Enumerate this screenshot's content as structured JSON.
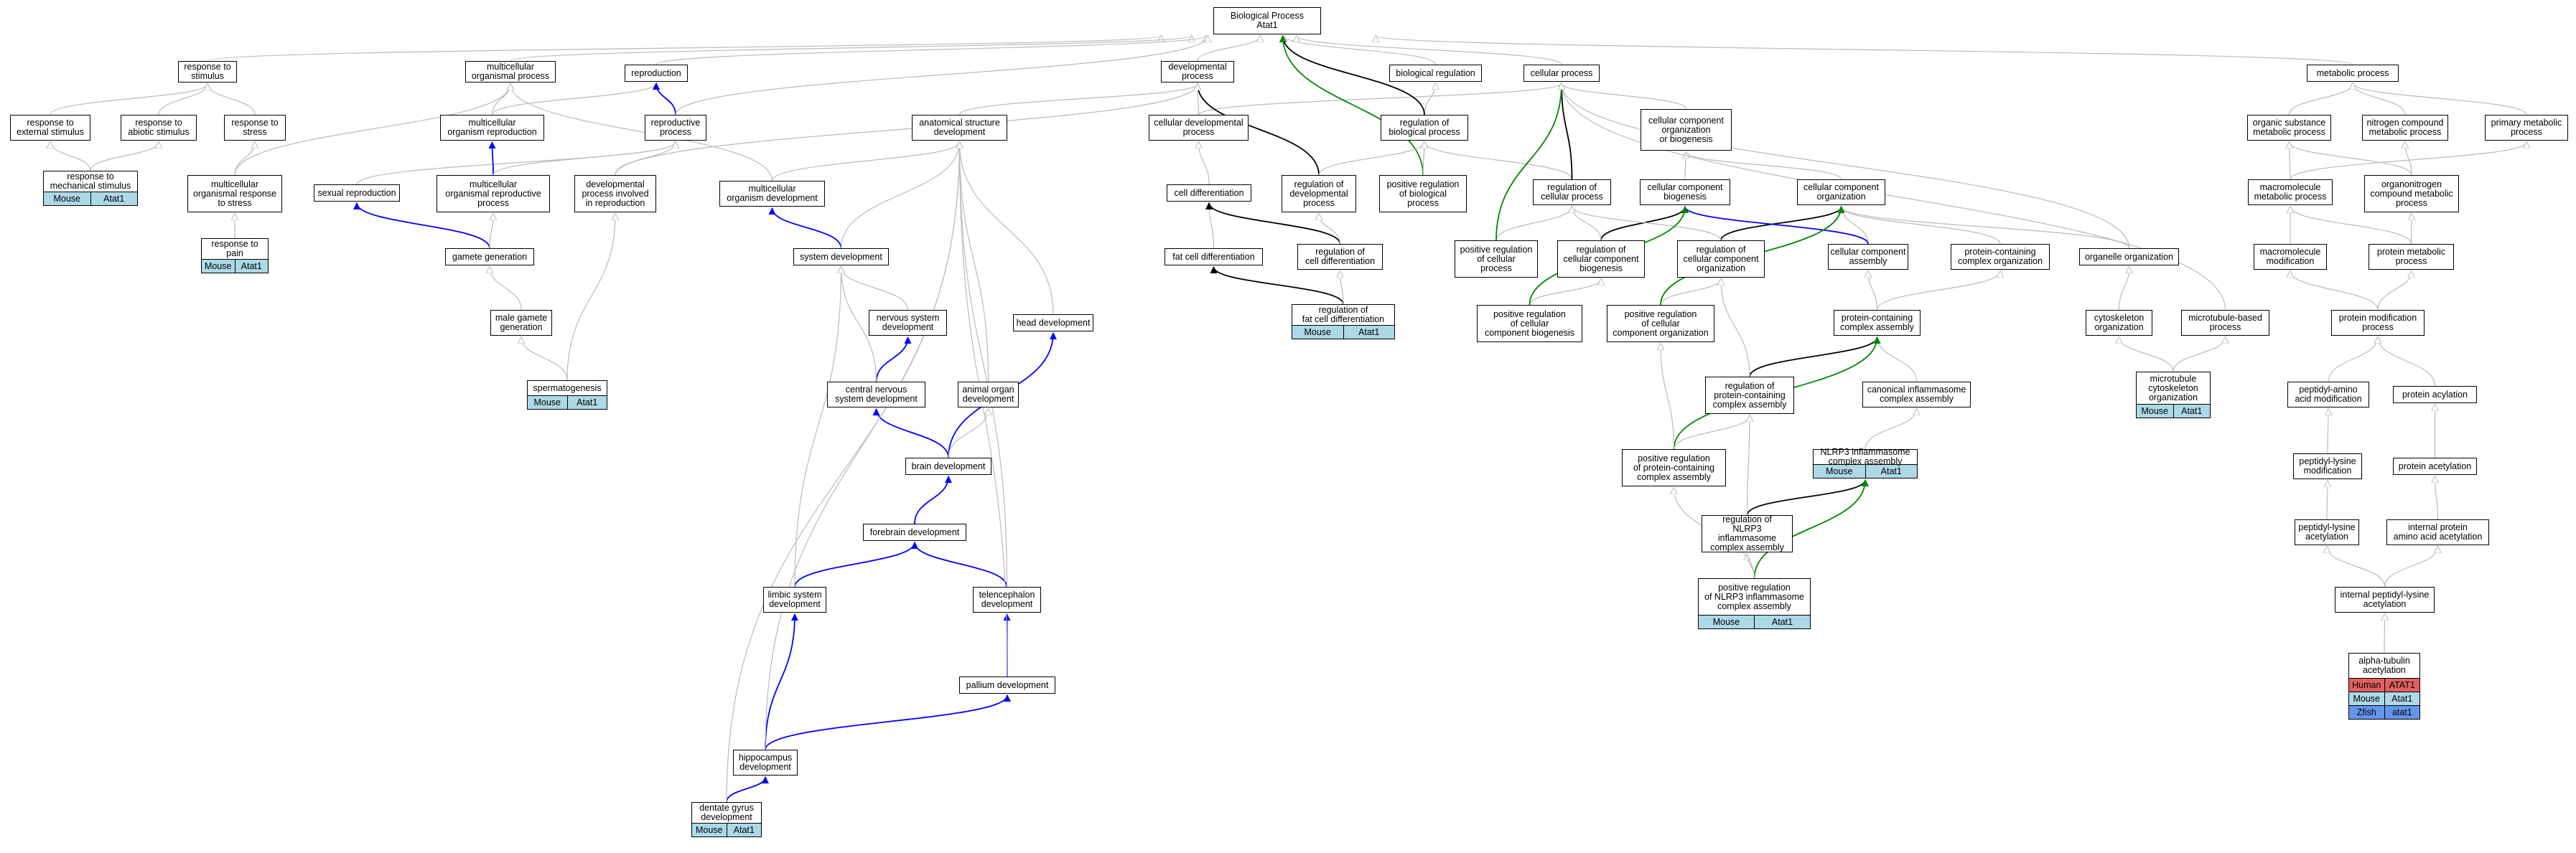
{
  "title": "Biological Process\nAtat1",
  "colors": {
    "is_a": "#bbbbbb",
    "part_of": "#000000",
    "regulates": "#0000ff",
    "positively_regulates": "#008800",
    "mouse": "#add8e6",
    "human": "#e06060",
    "zfish": "#6495ed"
  },
  "nodes": [
    {
      "id": "bp",
      "label": "Biological Process\nAtat1"
    },
    {
      "id": "rts",
      "label": "response to\nstimulus"
    },
    {
      "id": "mop",
      "label": "multicellular\norganismal process"
    },
    {
      "id": "rep",
      "label": "reproduction"
    },
    {
      "id": "devp",
      "label": "developmental\nprocess"
    },
    {
      "id": "breg",
      "label": "biological regulation"
    },
    {
      "id": "cp",
      "label": "cellular process"
    },
    {
      "id": "metp",
      "label": "metabolic process"
    },
    {
      "id": "res",
      "label": "response to\nexternal stimulus"
    },
    {
      "id": "ras",
      "label": "response to\nabiotic stimulus"
    },
    {
      "id": "rst",
      "label": "response to\nstress"
    },
    {
      "id": "mor",
      "label": "multicellular\norganism reproduction"
    },
    {
      "id": "rpp",
      "label": "reproductive\nprocess"
    },
    {
      "id": "asd",
      "label": "anatomical structure\ndevelopment"
    },
    {
      "id": "cdp",
      "label": "cellular developmental\nprocess"
    },
    {
      "id": "rbp",
      "label": "regulation of\nbiological process"
    },
    {
      "id": "ccob",
      "label": "cellular component\norganization\nor biogenesis"
    },
    {
      "id": "osmp",
      "label": "organic substance\nmetabolic process"
    },
    {
      "id": "ncmp",
      "label": "nitrogen compound\nmetabolic process"
    },
    {
      "id": "pmp",
      "label": "primary metabolic\nprocess"
    },
    {
      "id": "rtms",
      "label": "response to\nmechanical stimulus",
      "species": [
        [
          "Mouse",
          "Atat1"
        ]
      ]
    },
    {
      "id": "mors",
      "label": "multicellular\norganismal response\nto stress"
    },
    {
      "id": "sr",
      "label": "sexual reproduction"
    },
    {
      "id": "mrp",
      "label": "multicellular\norganismal reproductive\nprocess"
    },
    {
      "id": "dpir",
      "label": "developmental\nprocess involved\nin reproduction"
    },
    {
      "id": "mod",
      "label": "multicellular\norganism development"
    },
    {
      "id": "cdiff",
      "label": "cell differentiation"
    },
    {
      "id": "rdp",
      "label": "regulation of\ndevelopmental\nprocess"
    },
    {
      "id": "prbp",
      "label": "positive regulation\nof biological\nprocess"
    },
    {
      "id": "rcp",
      "label": "regulation of\ncellular process"
    },
    {
      "id": "ccb",
      "label": "cellular component\nbiogenesis"
    },
    {
      "id": "cco",
      "label": "cellular component\norganization"
    },
    {
      "id": "mmp",
      "label": "macromolecule\nmetabolic process"
    },
    {
      "id": "ocmp",
      "label": "organonitrogen\ncompound metabolic\nprocess"
    },
    {
      "id": "rtp",
      "label": "response to\npain",
      "species": [
        [
          "Mouse",
          "Atat1"
        ]
      ]
    },
    {
      "id": "gg",
      "label": "gamete generation"
    },
    {
      "id": "sd",
      "label": "system development"
    },
    {
      "id": "fcd",
      "label": "fat cell differentiation"
    },
    {
      "id": "rcd",
      "label": "regulation of\ncell differentiation"
    },
    {
      "id": "prcp",
      "label": "positive regulation\nof cellular\nprocess"
    },
    {
      "id": "rccb",
      "label": "regulation of\ncellular component\nbiogenesis"
    },
    {
      "id": "rcco",
      "label": "regulation of\ncellular component\norganization"
    },
    {
      "id": "cca",
      "label": "cellular component\nassembly"
    },
    {
      "id": "pcco",
      "label": "protein-containing\ncomplex organization"
    },
    {
      "id": "oo",
      "label": "organelle organization"
    },
    {
      "id": "mm",
      "label": "macromolecule\nmodification"
    },
    {
      "id": "prmp",
      "label": "protein metabolic\nprocess"
    },
    {
      "id": "mgg",
      "label": "male gamete\ngeneration"
    },
    {
      "id": "nsd",
      "label": "nervous system\ndevelopment"
    },
    {
      "id": "hd",
      "label": "head development"
    },
    {
      "id": "rfcd",
      "label": "regulation of\nfat cell differentiation",
      "species": [
        [
          "Mouse",
          "Atat1"
        ]
      ]
    },
    {
      "id": "prccb",
      "label": "positive regulation\nof cellular\ncomponent biogenesis"
    },
    {
      "id": "prcco",
      "label": "positive regulation\nof cellular\ncomponent organization"
    },
    {
      "id": "pcca",
      "label": "protein-containing\ncomplex assembly"
    },
    {
      "id": "co",
      "label": "cytoskeleton\norganization"
    },
    {
      "id": "mbp",
      "label": "microtubule-based\nprocess"
    },
    {
      "id": "pmodp",
      "label": "protein modification\nprocess"
    },
    {
      "id": "sg",
      "label": "spermatogenesis",
      "species": [
        [
          "Mouse",
          "Atat1"
        ]
      ]
    },
    {
      "id": "cnsd",
      "label": "central nervous\nsystem development"
    },
    {
      "id": "aod",
      "label": "animal organ\ndevelopment"
    },
    {
      "id": "rpcca",
      "label": "regulation of\nprotein-containing\ncomplex assembly"
    },
    {
      "id": "cica",
      "label": "canonical inflammasome\ncomplex assembly"
    },
    {
      "id": "mco",
      "label": "microtubule\ncytoskeleton\norganization",
      "species": [
        [
          "Mouse",
          "Atat1"
        ]
      ]
    },
    {
      "id": "paam",
      "label": "peptidyl-amino\nacid modification"
    },
    {
      "id": "pa",
      "label": "protein acylation"
    },
    {
      "id": "bd",
      "label": "brain development"
    },
    {
      "id": "prpcca",
      "label": "positive regulation\nof protein-containing\ncomplex assembly"
    },
    {
      "id": "nica",
      "label": "NLRP3 inflammasome\ncomplex assembly",
      "species": [
        [
          "Mouse",
          "Atat1"
        ]
      ]
    },
    {
      "id": "plm",
      "label": "peptidyl-lysine\nmodification"
    },
    {
      "id": "pac",
      "label": "protein acetylation"
    },
    {
      "id": "fd",
      "label": "forebrain development"
    },
    {
      "id": "rnica",
      "label": "regulation of\nNLRP3 inflammasome\ncomplex assembly"
    },
    {
      "id": "pla",
      "label": "peptidyl-lysine\nacetylation"
    },
    {
      "id": "ipaa",
      "label": "internal protein\namino acid acetylation"
    },
    {
      "id": "lsd",
      "label": "limbic system\ndevelopment"
    },
    {
      "id": "td",
      "label": "telencephalon\ndevelopment"
    },
    {
      "id": "prnica",
      "label": "positive regulation\nof NLRP3 inflammasome\ncomplex assembly",
      "species": [
        [
          "Mouse",
          "Atat1"
        ]
      ]
    },
    {
      "id": "ipla",
      "label": "internal peptidyl-lysine\nacetylation"
    },
    {
      "id": "ata",
      "label": "alpha-tubulin\nacetylation",
      "species": [
        [
          "Human",
          "ATAT1"
        ],
        [
          "Mouse",
          "Atat1"
        ],
        [
          "Zfish",
          "atat1"
        ]
      ]
    },
    {
      "id": "pd",
      "label": "pallium development"
    },
    {
      "id": "hpd",
      "label": "hippocampus\ndevelopment"
    },
    {
      "id": "dgd",
      "label": "dentate gyrus\ndevelopment",
      "species": [
        [
          "Mouse",
          "Atat1"
        ]
      ]
    }
  ],
  "edges": [
    [
      "rts",
      "bp",
      "is_a"
    ],
    [
      "mop",
      "bp",
      "is_a"
    ],
    [
      "rep",
      "bp",
      "is_a"
    ],
    [
      "devp",
      "bp",
      "is_a"
    ],
    [
      "breg",
      "bp",
      "is_a"
    ],
    [
      "cp",
      "bp",
      "is_a"
    ],
    [
      "metp",
      "bp",
      "is_a"
    ],
    [
      "res",
      "rts",
      "is_a"
    ],
    [
      "ras",
      "rts",
      "is_a"
    ],
    [
      "rst",
      "rts",
      "is_a"
    ],
    [
      "mor",
      "mop",
      "is_a"
    ],
    [
      "mor",
      "rep",
      "is_a"
    ],
    [
      "rpp",
      "rep",
      "regulates"
    ],
    [
      "rpp",
      "bp",
      "is_a"
    ],
    [
      "asd",
      "devp",
      "is_a"
    ],
    [
      "cdp",
      "devp",
      "is_a"
    ],
    [
      "cdp",
      "cp",
      "is_a"
    ],
    [
      "rdp",
      "devp",
      "part_of"
    ],
    [
      "rbp",
      "breg",
      "is_a"
    ],
    [
      "rbp",
      "bp",
      "part_of"
    ],
    [
      "prbp",
      "rbp",
      "is_a"
    ],
    [
      "prbp",
      "bp",
      "positively_regulates"
    ],
    [
      "ccob",
      "cp",
      "is_a"
    ],
    [
      "osmp",
      "metp",
      "is_a"
    ],
    [
      "ncmp",
      "metp",
      "is_a"
    ],
    [
      "pmp",
      "metp",
      "is_a"
    ],
    [
      "rtms",
      "res",
      "is_a"
    ],
    [
      "rtms",
      "ras",
      "is_a"
    ],
    [
      "mors",
      "rst",
      "is_a"
    ],
    [
      "mors",
      "mop",
      "is_a"
    ],
    [
      "sr",
      "rpp",
      "is_a"
    ],
    [
      "mrp",
      "mor",
      "regulates"
    ],
    [
      "mrp",
      "rpp",
      "is_a"
    ],
    [
      "dpir",
      "rpp",
      "is_a"
    ],
    [
      "dpir",
      "devp",
      "is_a"
    ],
    [
      "mod",
      "asd",
      "is_a"
    ],
    [
      "mod",
      "mop",
      "is_a"
    ],
    [
      "cdiff",
      "cdp",
      "is_a"
    ],
    [
      "rdp",
      "rbp",
      "is_a"
    ],
    [
      "prbp",
      "rbp",
      "is_a"
    ],
    [
      "rcp",
      "rbp",
      "is_a"
    ],
    [
      "rcp",
      "cp",
      "part_of"
    ],
    [
      "ccb",
      "ccob",
      "is_a"
    ],
    [
      "cco",
      "ccob",
      "is_a"
    ],
    [
      "mmp",
      "osmp",
      "is_a"
    ],
    [
      "mmp",
      "pmp",
      "is_a"
    ],
    [
      "ocmp",
      "ncmp",
      "is_a"
    ],
    [
      "ocmp",
      "osmp",
      "is_a"
    ],
    [
      "rtp",
      "mors",
      "is_a"
    ],
    [
      "gg",
      "sr",
      "regulates"
    ],
    [
      "gg",
      "mrp",
      "is_a"
    ],
    [
      "sd",
      "mod",
      "regulates"
    ],
    [
      "sd",
      "asd",
      "is_a"
    ],
    [
      "fcd",
      "cdiff",
      "is_a"
    ],
    [
      "rcd",
      "cdiff",
      "part_of"
    ],
    [
      "rcd",
      "rdp",
      "is_a"
    ],
    [
      "prcp",
      "rcp",
      "is_a"
    ],
    [
      "prcp",
      "cp",
      "positively_regulates"
    ],
    [
      "rccb",
      "ccb",
      "part_of"
    ],
    [
      "rccb",
      "rcp",
      "is_a"
    ],
    [
      "rcco",
      "cco",
      "part_of"
    ],
    [
      "rcco",
      "rcp",
      "is_a"
    ],
    [
      "cca",
      "cco",
      "is_a"
    ],
    [
      "cca",
      "ccb",
      "regulates"
    ],
    [
      "pcco",
      "cco",
      "is_a"
    ],
    [
      "oo",
      "cco",
      "is_a"
    ],
    [
      "oo",
      "cp",
      "is_a"
    ],
    [
      "mm",
      "mmp",
      "is_a"
    ],
    [
      "prmp",
      "mmp",
      "is_a"
    ],
    [
      "prmp",
      "ocmp",
      "is_a"
    ],
    [
      "mgg",
      "gg",
      "is_a"
    ],
    [
      "nsd",
      "sd",
      "is_a"
    ],
    [
      "hd",
      "asd",
      "is_a"
    ],
    [
      "rfcd",
      "fcd",
      "part_of"
    ],
    [
      "rfcd",
      "rcd",
      "is_a"
    ],
    [
      "prccb",
      "rccb",
      "is_a"
    ],
    [
      "prccb",
      "ccb",
      "positively_regulates"
    ],
    [
      "prcco",
      "rcco",
      "is_a"
    ],
    [
      "prcco",
      "cco",
      "positively_regulates"
    ],
    [
      "pcca",
      "cca",
      "is_a"
    ],
    [
      "pcca",
      "pcco",
      "is_a"
    ],
    [
      "co",
      "oo",
      "is_a"
    ],
    [
      "mbp",
      "cp",
      "is_a"
    ],
    [
      "pmodp",
      "mm",
      "is_a"
    ],
    [
      "pmodp",
      "prmp",
      "is_a"
    ],
    [
      "sg",
      "mgg",
      "is_a"
    ],
    [
      "sg",
      "dpir",
      "is_a"
    ],
    [
      "cnsd",
      "nsd",
      "regulates"
    ],
    [
      "cnsd",
      "sd",
      "is_a"
    ],
    [
      "aod",
      "asd",
      "is_a"
    ],
    [
      "rpcca",
      "pcca",
      "part_of"
    ],
    [
      "rpcca",
      "rcco",
      "is_a"
    ],
    [
      "cica",
      "pcca",
      "is_a"
    ],
    [
      "mco",
      "co",
      "is_a"
    ],
    [
      "mco",
      "mbp",
      "is_a"
    ],
    [
      "paam",
      "pmodp",
      "is_a"
    ],
    [
      "pa",
      "pmodp",
      "is_a"
    ],
    [
      "bd",
      "cnsd",
      "regulates"
    ],
    [
      "bd",
      "hd",
      "regulates"
    ],
    [
      "bd",
      "aod",
      "is_a"
    ],
    [
      "prpcca",
      "rpcca",
      "is_a"
    ],
    [
      "prpcca",
      "pcca",
      "positively_regulates"
    ],
    [
      "prpcca",
      "prcco",
      "is_a"
    ],
    [
      "nica",
      "cica",
      "is_a"
    ],
    [
      "plm",
      "paam",
      "is_a"
    ],
    [
      "pac",
      "pa",
      "is_a"
    ],
    [
      "fd",
      "bd",
      "regulates"
    ],
    [
      "rnica",
      "nica",
      "part_of"
    ],
    [
      "rnica",
      "rpcca",
      "is_a"
    ],
    [
      "pla",
      "plm",
      "is_a"
    ],
    [
      "ipaa",
      "pac",
      "is_a"
    ],
    [
      "lsd",
      "fd",
      "regulates"
    ],
    [
      "lsd",
      "sd",
      "is_a"
    ],
    [
      "td",
      "fd",
      "regulates"
    ],
    [
      "td",
      "asd",
      "is_a"
    ],
    [
      "prnica",
      "rnica",
      "is_a"
    ],
    [
      "prnica",
      "nica",
      "positively_regulates"
    ],
    [
      "prnica",
      "prpcca",
      "is_a"
    ],
    [
      "ipla",
      "pla",
      "is_a"
    ],
    [
      "ipla",
      "ipaa",
      "is_a"
    ],
    [
      "ata",
      "ipla",
      "is_a"
    ],
    [
      "pd",
      "td",
      "regulates"
    ],
    [
      "pd",
      "asd",
      "is_a"
    ],
    [
      "hpd",
      "lsd",
      "regulates"
    ],
    [
      "hpd",
      "pd",
      "regulates"
    ],
    [
      "hpd",
      "asd",
      "is_a"
    ],
    [
      "dgd",
      "hpd",
      "regulates"
    ],
    [
      "dgd",
      "asd",
      "is_a"
    ]
  ]
}
